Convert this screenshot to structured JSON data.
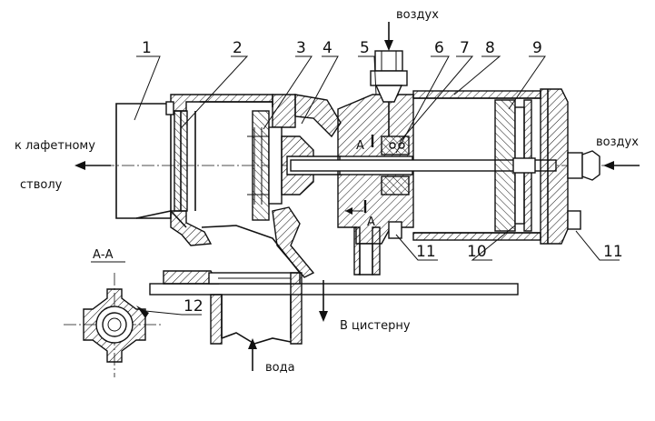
{
  "labels": {
    "air_top": "воздух",
    "air_right": "воздух",
    "to_barrel_line1": "к лафетному",
    "to_barrel_line2": "стволу",
    "to_tank": "В цистерну",
    "water": "вода",
    "section": "А-А",
    "section_mark": "А"
  },
  "parts": [
    "1",
    "2",
    "3",
    "4",
    "5",
    "6",
    "7",
    "8",
    "9",
    "10",
    "11",
    "11",
    "12"
  ]
}
